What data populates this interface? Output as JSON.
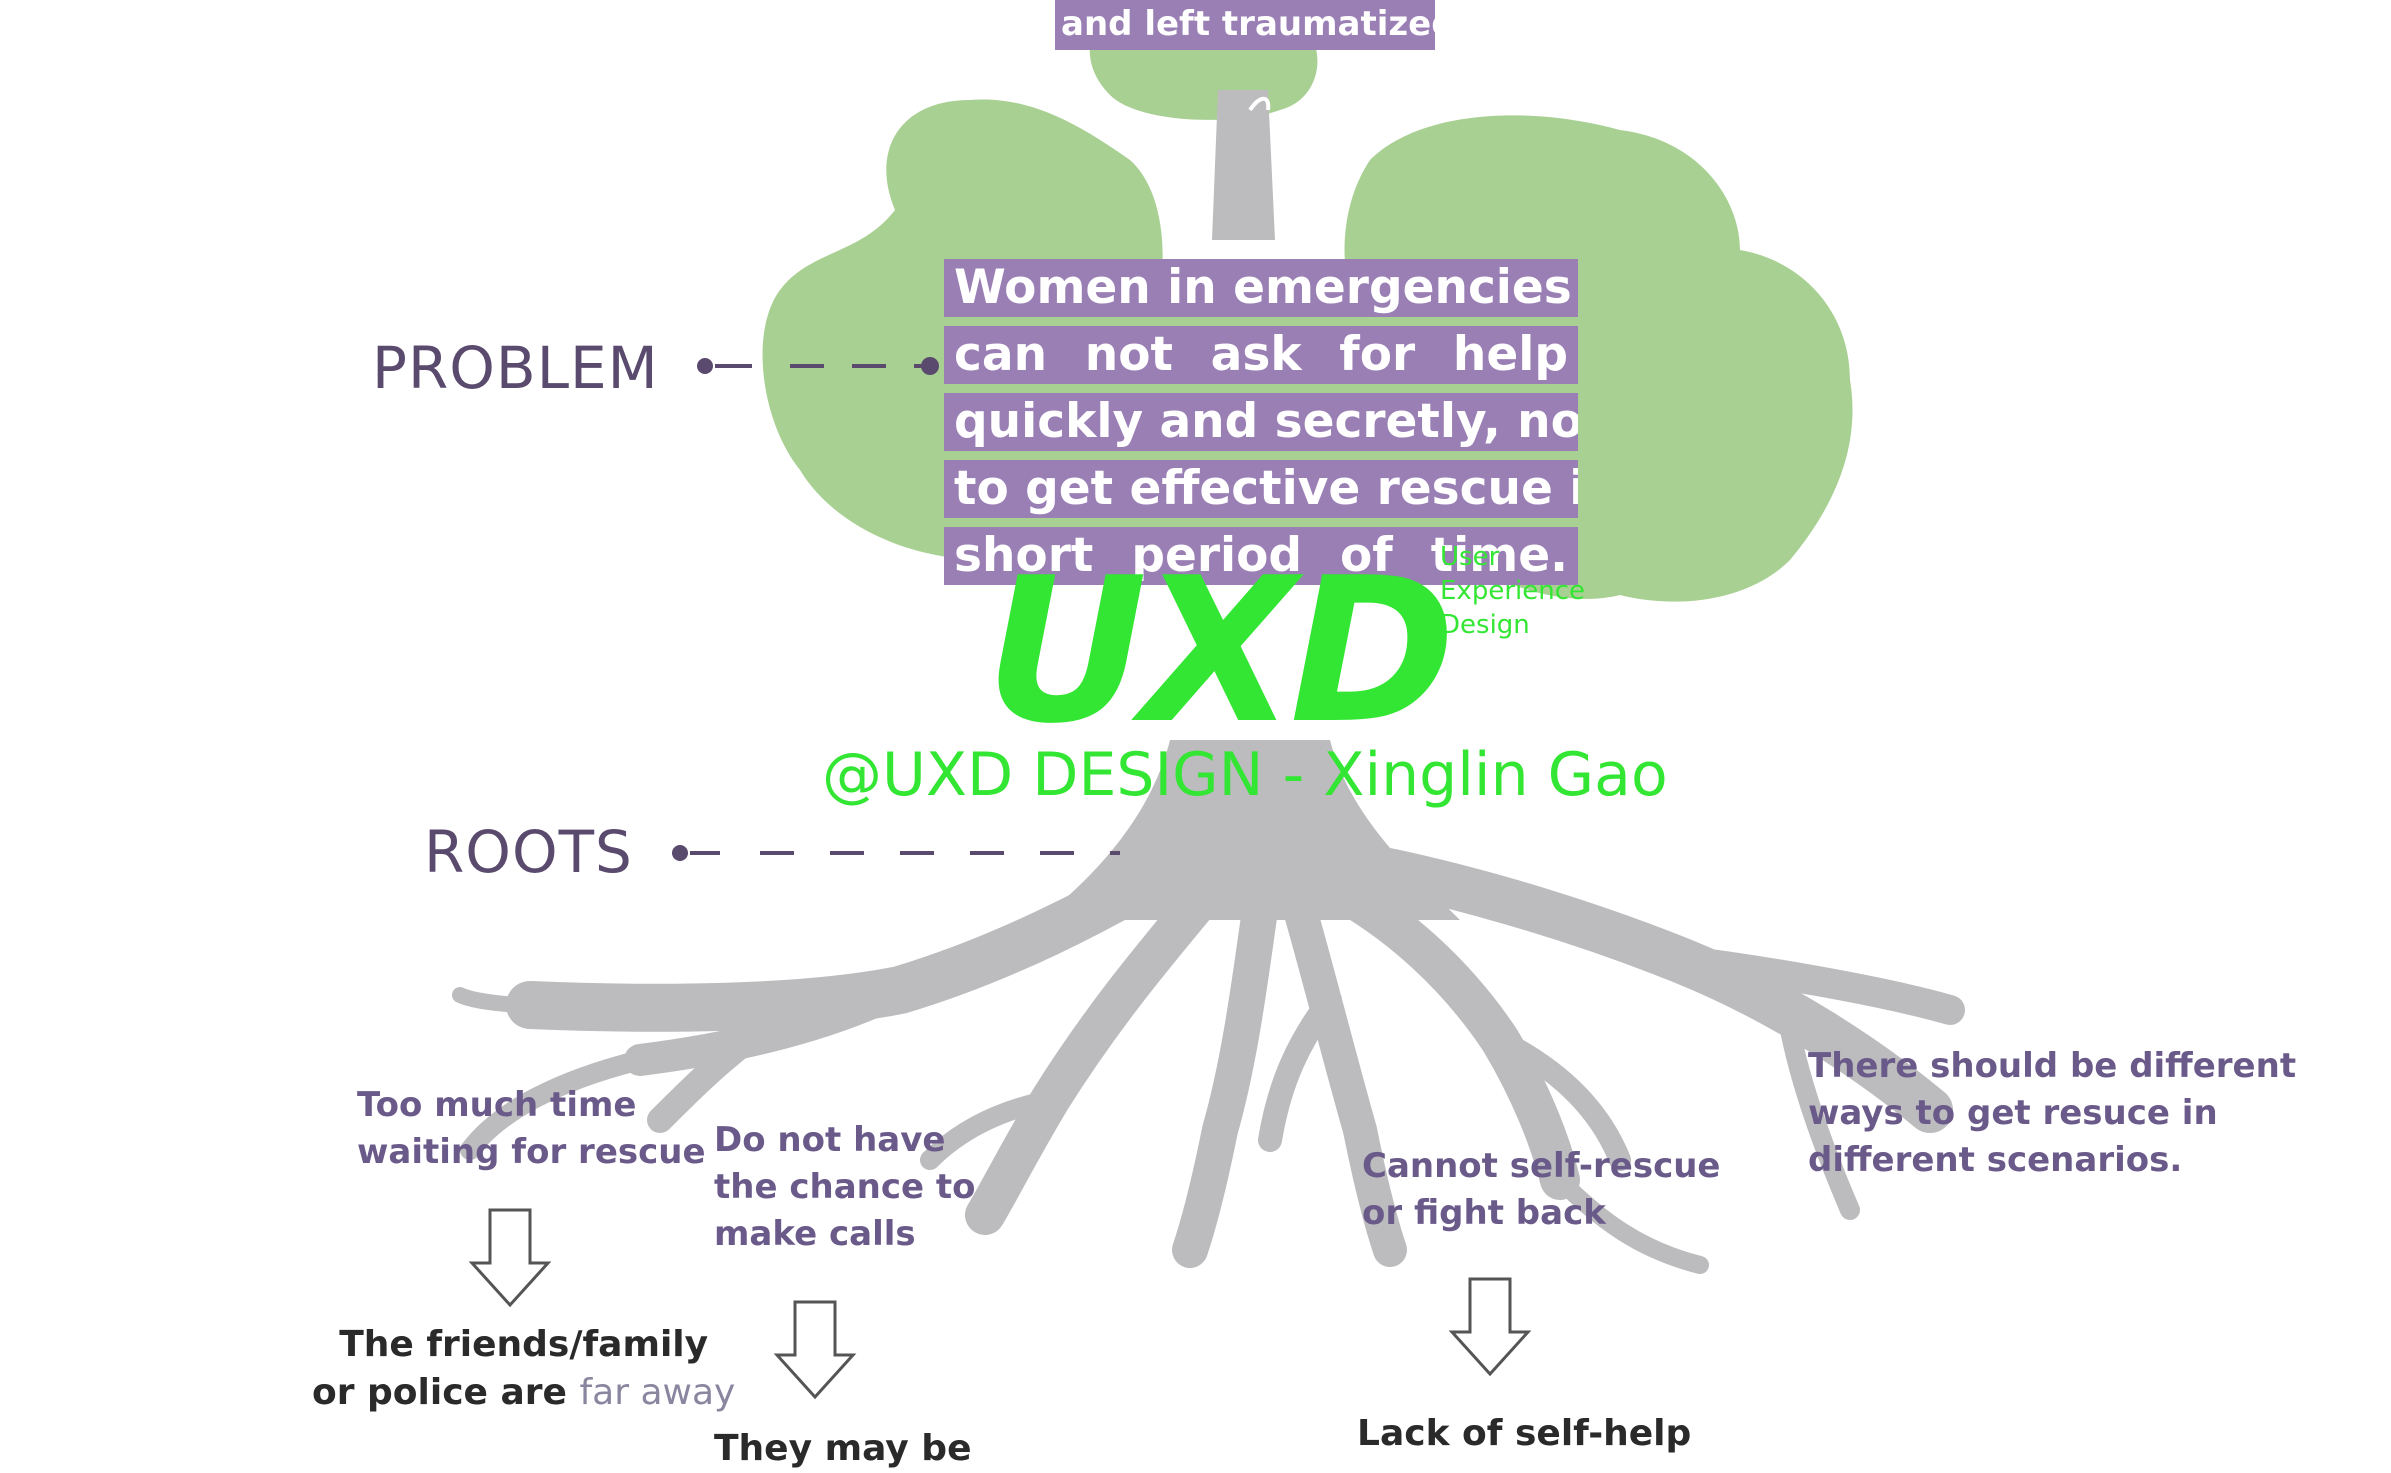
{
  "header": {
    "top_fragment": "and left traumatized"
  },
  "labels": {
    "problem": "PROBLEM",
    "roots": "ROOTS"
  },
  "problem": {
    "lines": [
      "Women in emergencies",
      "can not ask for help",
      "quickly and secretly, nor",
      "to get effective rescue in a",
      "short period of time."
    ]
  },
  "roots": {
    "waiting": [
      "Too much time",
      "waiting for rescue"
    ],
    "calls": [
      "Do not have",
      "the chance to",
      "make calls"
    ],
    "self_rescue": [
      "Cannot self-rescue",
      "or fight back"
    ],
    "scenarios": [
      "There should be different",
      "ways to get resuce in",
      "different scenarios."
    ]
  },
  "results": {
    "far_line1": "The friends/family",
    "far_line2_a": "or police are",
    "far_line2_b": "far away",
    "they_may_be": "They may be",
    "lack": "Lack of self-help"
  },
  "watermark": {
    "logo": "UXD",
    "small_lines": [
      "User",
      "Experience",
      "Design"
    ],
    "credit": "@UXD DESIGN - Xinglin Gao"
  },
  "colors": {
    "canopy": "#a9d093",
    "trunk": "#bcbcbe",
    "label_box": "#9a7fb5",
    "label_text": "#5a4a6e",
    "root_text": "#6a5a8a",
    "watermark": "#33e633"
  }
}
